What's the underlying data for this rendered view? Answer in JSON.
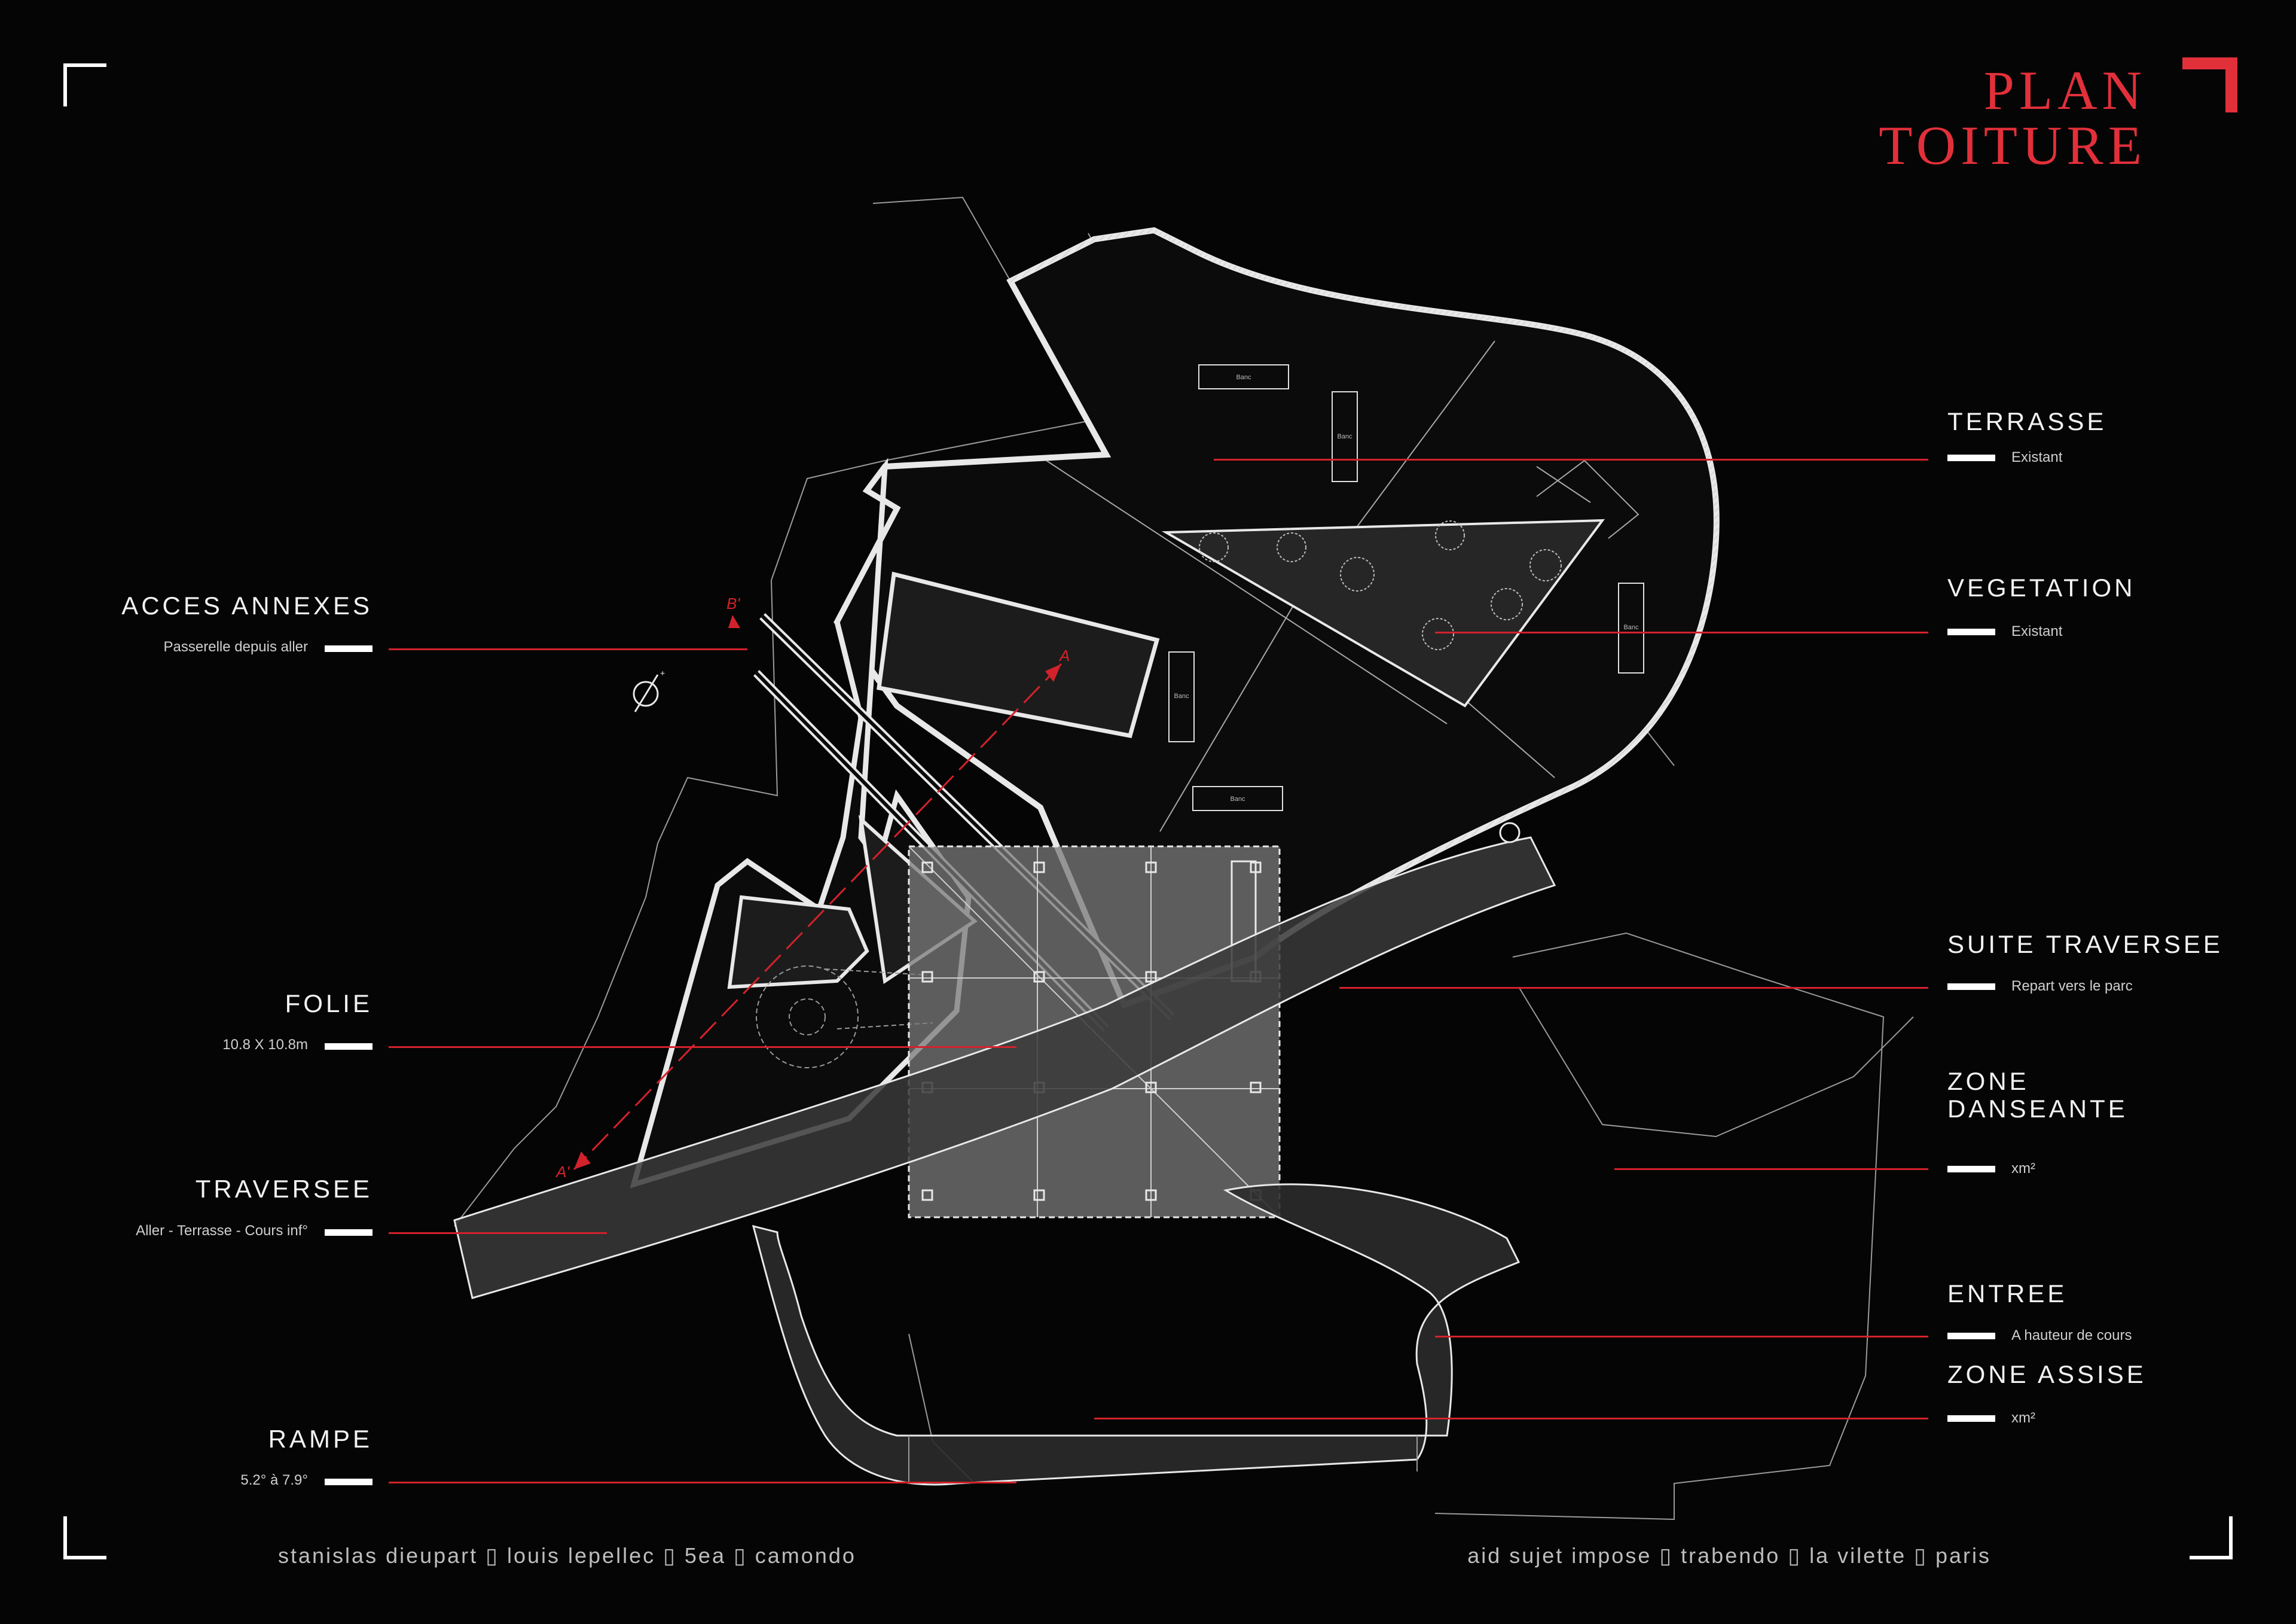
{
  "title": "PLAN TOITURE",
  "colors": {
    "accent": "#e2303a",
    "background": "#050505",
    "line": "#e8e8e8"
  },
  "labels_left": [
    {
      "title": "ACCES ANNEXES",
      "sub": "Passerelle depuis aller"
    },
    {
      "title": "FOLIE",
      "sub": "10.8  X  10.8m"
    },
    {
      "title": "TRAVERSEE",
      "sub": "Aller - Terrasse - Cours inf°"
    },
    {
      "title": "RAMPE",
      "sub": "5.2° à 7.9°"
    }
  ],
  "labels_right": [
    {
      "title": "TERRASSE",
      "sub": "Existant"
    },
    {
      "title": "VEGETATION",
      "sub": "Existant"
    },
    {
      "title": "SUITE TRAVERSEE",
      "sub": "Repart vers le parc"
    },
    {
      "title": "ZONE\nDANSEANTE",
      "sub": "xm²"
    },
    {
      "title": "ENTREE",
      "sub": "A hauteur de cours"
    },
    {
      "title": "ZONE  ASSISE",
      "sub": "xm²"
    }
  ],
  "plan_text": {
    "section_a": "A",
    "section_a_prime": "A'",
    "section_b_prime": "B'",
    "bench": "Banc"
  },
  "footer_left": "stanislas dieupart  ▯  louis lepellec  ▯  5ea  ▯  camondo",
  "footer_right": "aid sujet impose  ▯  trabendo  ▯  la vilette  ▯  paris",
  "icons": [
    "north-arrow-icon",
    "section-marker-icon",
    "corner-bracket-icon"
  ]
}
